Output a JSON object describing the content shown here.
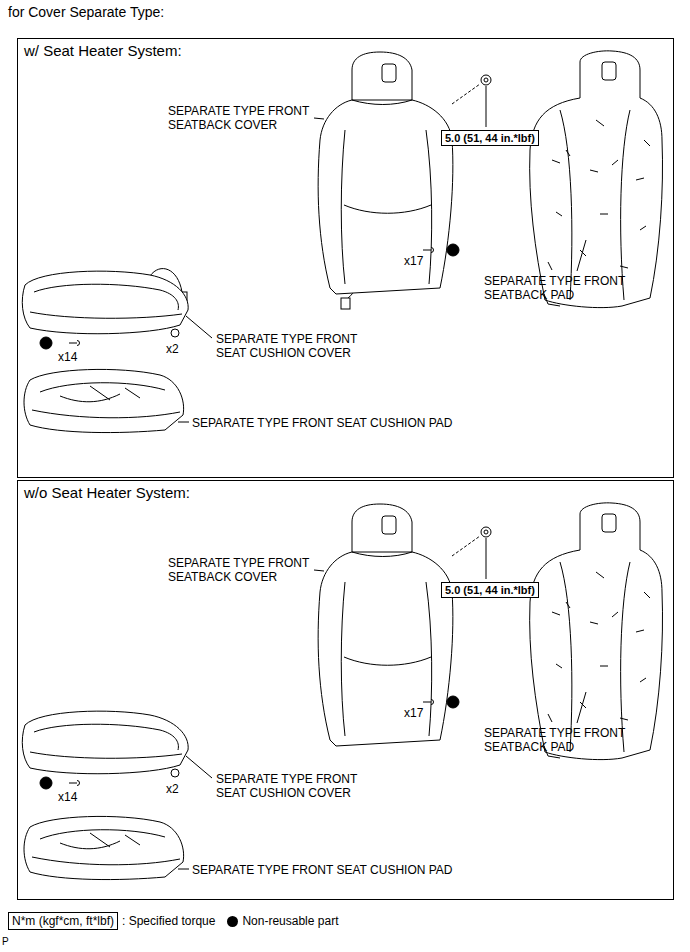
{
  "diagram": {
    "title": "for Cover Separate Type:",
    "nodes": [
      {
        "text": [
          "w/ Seat Heater System:"
        ]
      },
      {
        "text": [
          "5.0 (51, 44 in.*lbf)"
        ],
        "in": 0
      },
      {
        "text": [
          "w/o Seat Heater System:"
        ]
      },
      {
        "text": [
          "5.0 (51, 44 in.*lbf)"
        ],
        "in": 2
      },
      {
        "text": [
          "N*m (kgf*cm, ft*lbf)"
        ]
      }
    ],
    "labels": [
      "SEPARATE TYPE FRONT SEATBACK COVER",
      "x17",
      "SEPARATE TYPE FRONT SEATBACK PAD",
      "x2",
      "x14",
      "SEPARATE TYPE FRONT SEAT CUSHION COVER",
      "SEPARATE TYPE FRONT SEAT CUSHION PAD",
      "SEPARATE TYPE FRONT SEATBACK COVER",
      "x17",
      "SEPARATE TYPE FRONT SEATBACK PAD",
      "x2",
      "x14",
      "SEPARATE TYPE FRONT SEAT CUSHION COVER",
      "SEPARATE TYPE FRONT SEAT CUSHION PAD",
      "P"
    ],
    "legend": [
      {
        "text": ": Specified torque"
      },
      {
        "text": "Non-reusable part"
      }
    ]
  }
}
